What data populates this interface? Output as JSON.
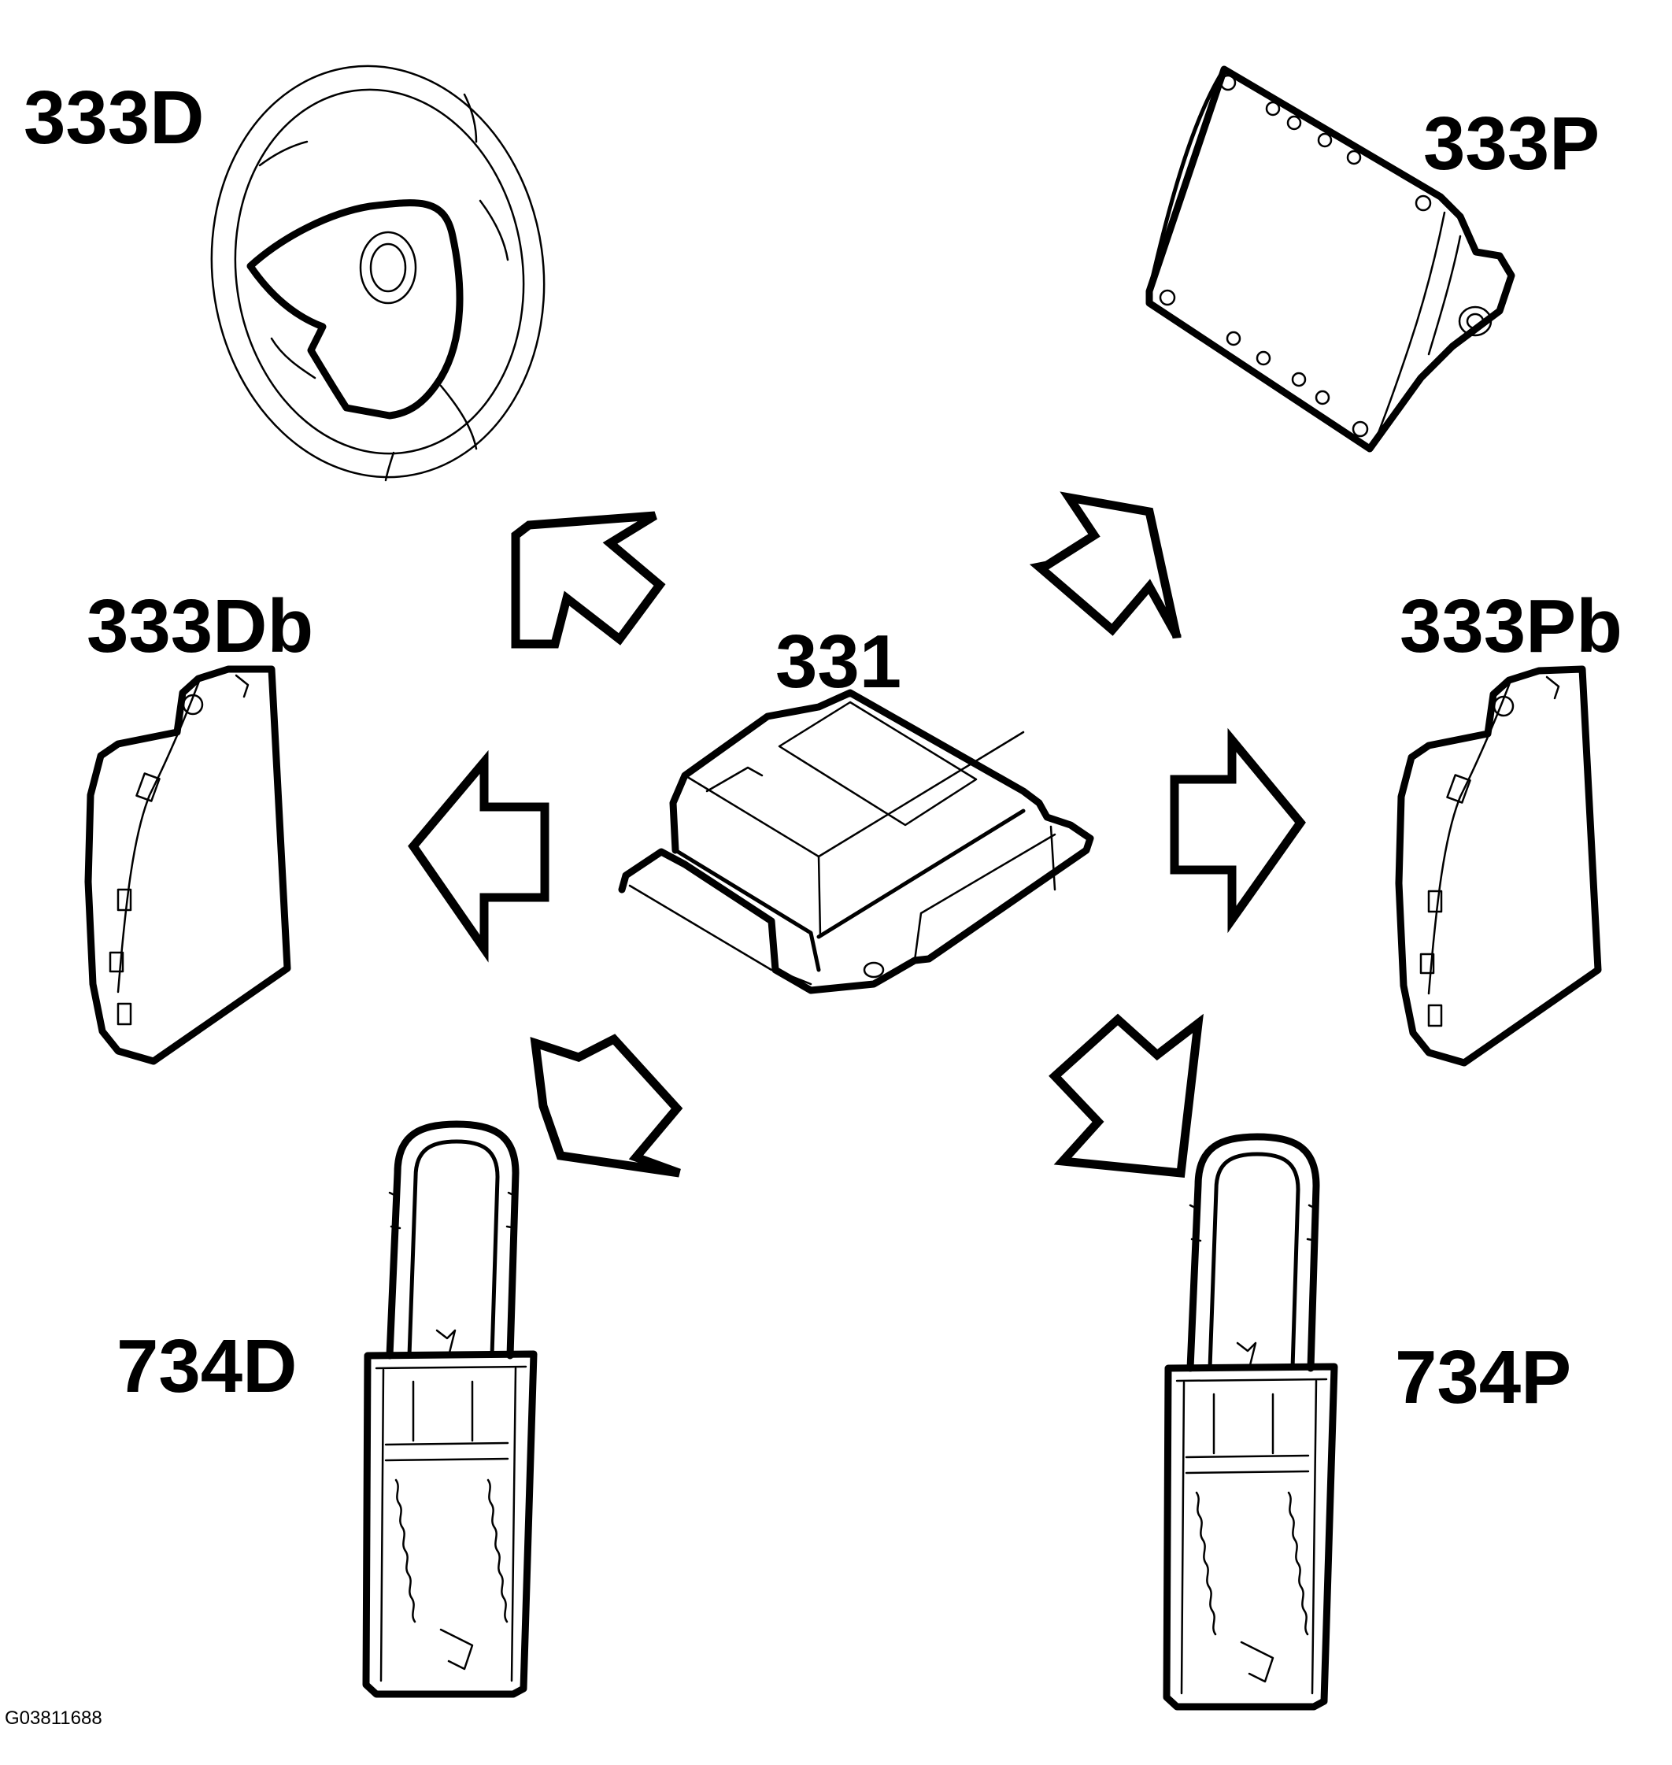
{
  "labels": {
    "module": "331",
    "driver_airbag": "333D",
    "passenger_airbag": "333P",
    "driver_side_airbag": "333Db",
    "passenger_side_airbag": "333Pb",
    "driver_pretensioner": "734D",
    "passenger_pretensioner": "734P"
  },
  "figure_id": "G03811688",
  "colors": {
    "line": "#000000",
    "background": "#ffffff"
  }
}
